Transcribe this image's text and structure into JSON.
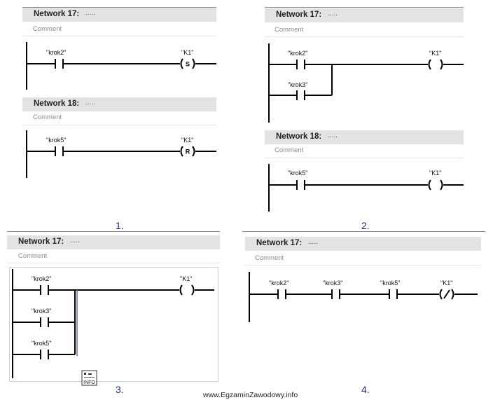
{
  "panels": [
    {
      "number": "1.",
      "networks": [
        {
          "title": "Network 17:",
          "dots": ".....",
          "comment": "Comment",
          "contacts": [
            "\"krok2\""
          ],
          "coil": "\"K1\"",
          "coil_letter": "S"
        },
        {
          "title": "Network 18:",
          "dots": ".....",
          "comment": "Comment",
          "contacts": [
            "\"krok5\""
          ],
          "coil": "\"K1\"",
          "coil_letter": "R"
        }
      ]
    },
    {
      "number": "2.",
      "networks": [
        {
          "title": "Network 17:",
          "dots": ".....",
          "comment": "Comment",
          "contacts": [
            "\"krok2\"",
            "\"krok3\""
          ],
          "coil": "\"K1\""
        },
        {
          "title": "Network 18:",
          "dots": ".....",
          "comment": "Comment",
          "contacts": [
            "\"krok5\""
          ],
          "coil": "\"K1\""
        }
      ]
    },
    {
      "number": "3.",
      "networks": [
        {
          "title": "Network 17:",
          "dots": ".....",
          "comment": "Comment",
          "contacts": [
            "\"krok2\"",
            "\"krok3\"",
            "\"krok5\""
          ],
          "coil": "\"K1\""
        }
      ]
    },
    {
      "number": "4.",
      "networks": [
        {
          "title": "Network 17:",
          "dots": ".....",
          "comment": "Comment",
          "contacts": [
            "\"krok2\"",
            "\"krok3\"",
            "\"krok5\""
          ],
          "coil": "\"K1\""
        }
      ]
    }
  ],
  "info_icon_text": "INFO",
  "watermark": "www.EgzaminZawodowy.info"
}
